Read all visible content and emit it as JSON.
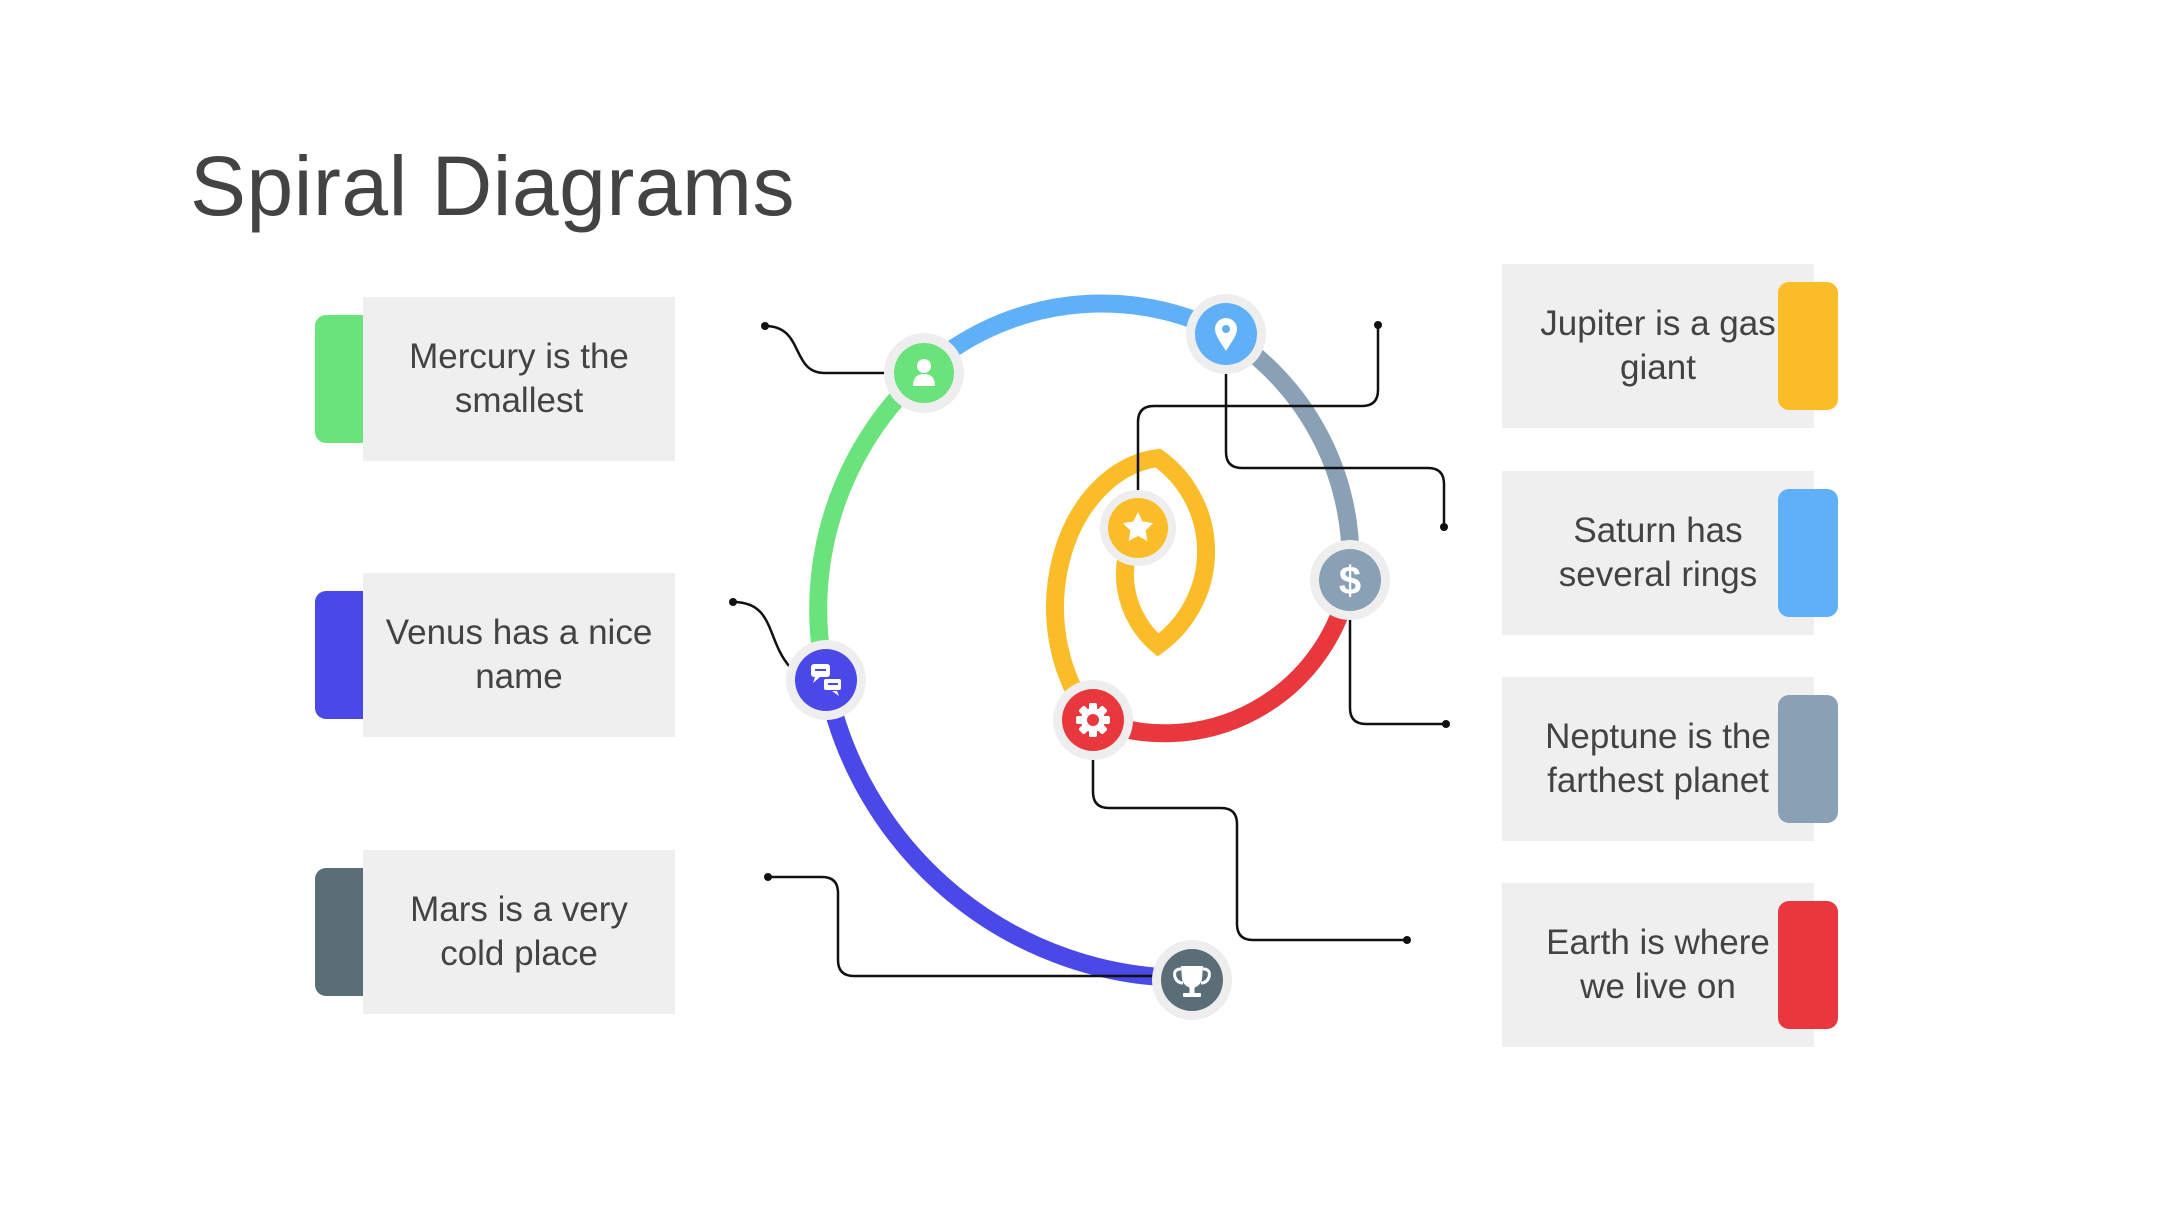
{
  "title": "Spiral Diagrams",
  "colors": {
    "green": "#6be37d",
    "blue": "#5fb0f6",
    "indigo": "#4a48e6",
    "slate": "#5a6e78",
    "yellow": "#fbbc29",
    "steel": "#8aa0b5",
    "red": "#e8383d",
    "box": "#efefef",
    "text": "#434343"
  },
  "left_items": [
    {
      "text": "Mercury is the smallest",
      "color": "#6be37d"
    },
    {
      "text": "Venus has a nice name",
      "color": "#4a48e6"
    },
    {
      "text": "Mars is a very cold place",
      "color": "#5a6e78"
    }
  ],
  "right_items": [
    {
      "text": "Jupiter is a gas giant",
      "color": "#fbbc29"
    },
    {
      "text": "Saturn has several rings",
      "color": "#5fb0f6"
    },
    {
      "text": "Neptune is the farthest planet",
      "color": "#8aa0b5"
    },
    {
      "text": "Earth is where we live on",
      "color": "#e8383d"
    }
  ],
  "icons": [
    "user-icon",
    "location-pin-icon",
    "dollar-icon",
    "chat-icon",
    "gear-icon",
    "star-icon",
    "trophy-icon"
  ]
}
